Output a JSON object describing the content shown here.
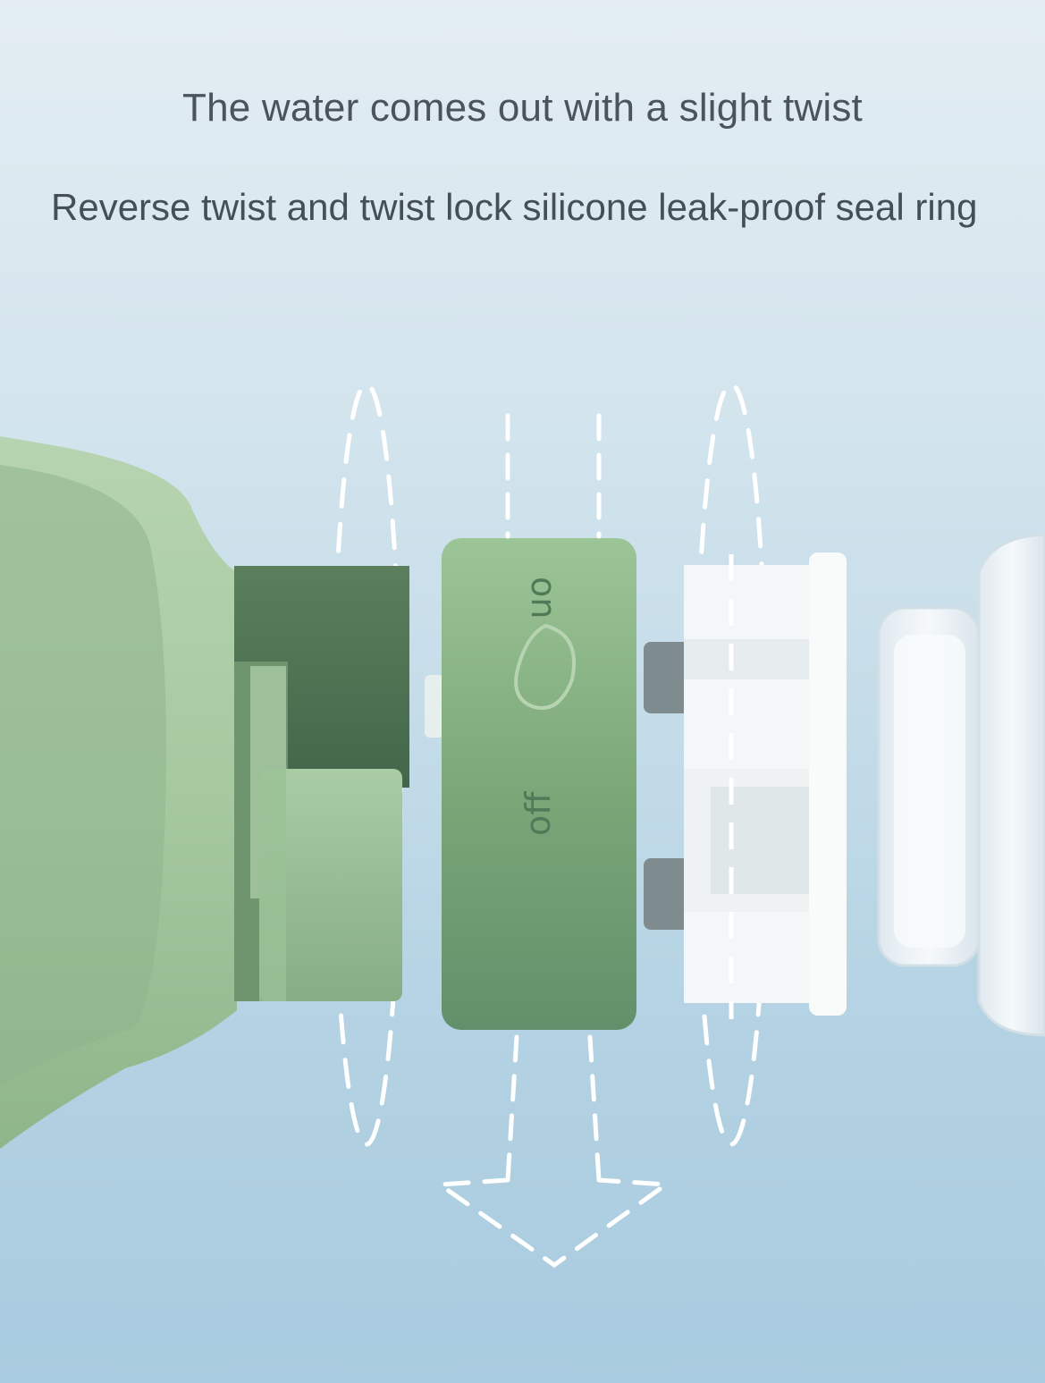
{
  "headline": "The water comes out with a slight twist",
  "subline": "Reverse twist and twist lock silicone leak-proof seal ring",
  "ring_labels": {
    "on": "on",
    "off": "off"
  },
  "colors": {
    "bowl_green": "#a8cba2",
    "connector_green": "#4f7251",
    "ring_green": "#7fa97c",
    "valve_white": "#f4f7f8",
    "seal_gray": "#7e8b8f",
    "bottle_clear": "#eef4f7",
    "dashed_line": "#ffffff"
  },
  "icons": [
    "water-drop-icon",
    "rotation-arrow-icon",
    "down-arrow-icon"
  ]
}
